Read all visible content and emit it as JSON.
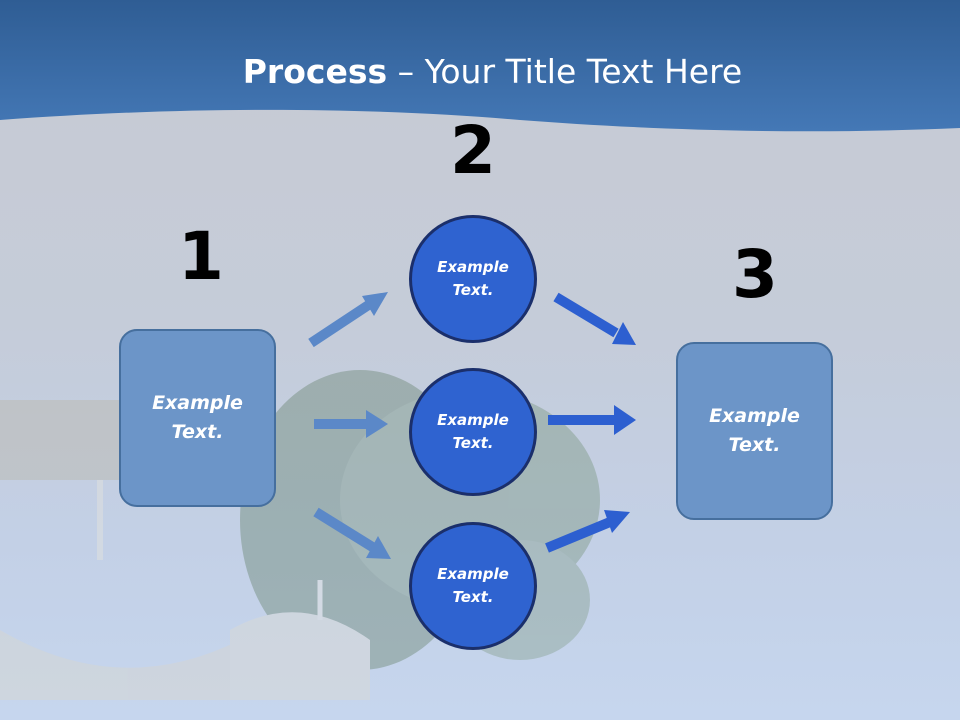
{
  "title": {
    "bold": "Process",
    "rest": " – Your Title Text Here"
  },
  "steps": {
    "one": {
      "number": "1",
      "text": "Example\nText."
    },
    "two": {
      "number": "2",
      "circles": [
        "Example\nText.",
        "Example\nText.",
        "Example\nText."
      ]
    },
    "three": {
      "number": "3",
      "text": "Example\nText."
    }
  },
  "colors": {
    "header": "#3f73ad",
    "box_fill": "#6c95c8",
    "circle_fill": "#2f63d0",
    "arrow_light": "#5b88c8",
    "arrow_dark": "#2d5fd0"
  }
}
